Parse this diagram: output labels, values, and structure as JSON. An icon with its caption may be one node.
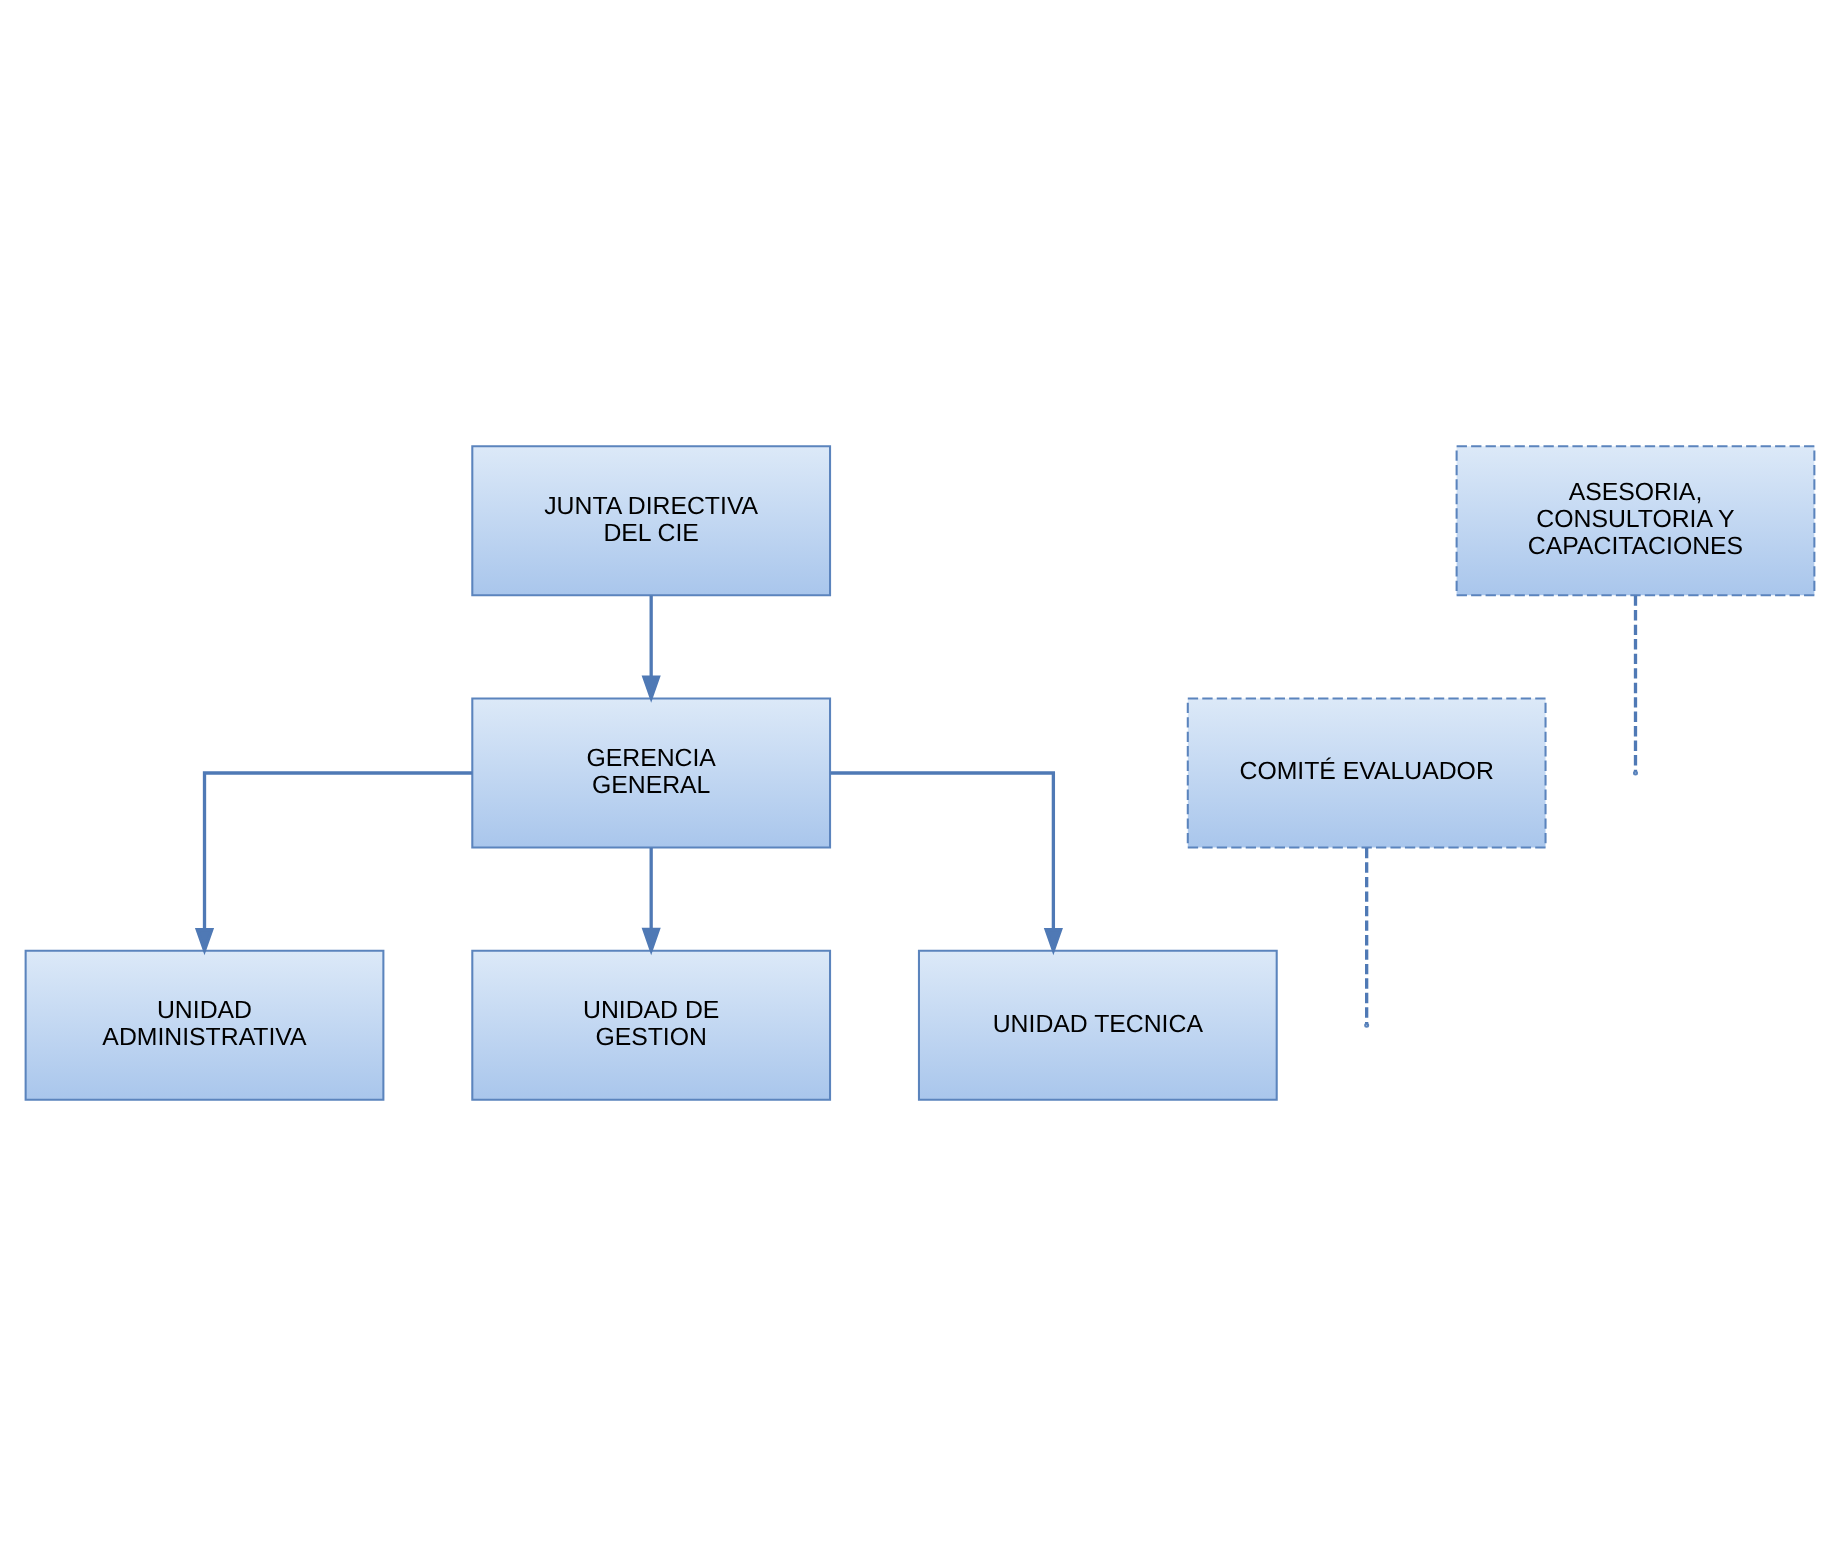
{
  "diagram": {
    "nodes": [
      {
        "text": [
          "JUNTA DIRECTIVA DEL CIE"
        ]
      },
      {
        "text": [
          "COMITÉ EVALUADOR"
        ]
      },
      {
        "text": [
          "GERENCIA GENERAL"
        ]
      },
      {
        "text": [
          "ASESORIA, CONSULTORIA Y CAPACITACIONES"
        ]
      },
      {
        "text": [
          "UNIDAD ADMINISTRATIVA"
        ]
      },
      {
        "text": [
          "UNIDAD DE GESTION"
        ]
      },
      {
        "text": [
          "UNIDAD TECNICA"
        ]
      }
    ],
    "edges": [
      {
        "from": 0,
        "to": 2,
        "arrow": "to"
      },
      {
        "from": 1,
        "to": null,
        "arrow": "none",
        "style": "dashed"
      },
      {
        "from": 3,
        "to": null,
        "arrow": "none",
        "style": "dashed"
      },
      {
        "from": 2,
        "to": 4,
        "arrow": "to"
      },
      {
        "from": 2,
        "to": 5,
        "arrow": "to"
      },
      {
        "from": 2,
        "to": 6,
        "arrow": "to"
      }
    ]
  }
}
